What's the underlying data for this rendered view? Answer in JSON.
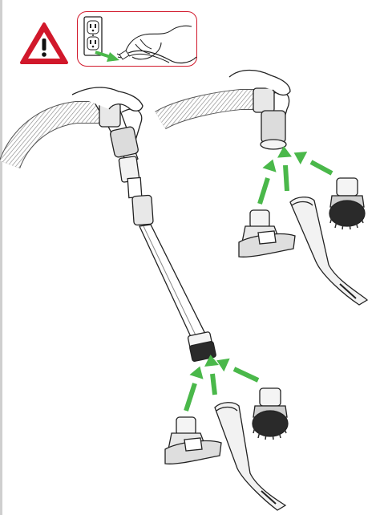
{
  "diagram": {
    "figure": "vacuum-hose-attachments-illustration",
    "warning": {
      "icon": "warning-exclamation-icon",
      "color": "#d1182b"
    },
    "unplug_panel": {
      "border_color": "#d1182b",
      "icon": "unplug-outlet-icon"
    },
    "configurations": [
      {
        "name": "wand-with-tools",
        "tools": [
          "upholstery-tool-icon",
          "crevice-tool-icon",
          "dusting-brush-icon"
        ]
      },
      {
        "name": "handle-with-tools",
        "tools": [
          "upholstery-tool-icon",
          "crevice-tool-icon",
          "dusting-brush-icon"
        ]
      }
    ],
    "colors": {
      "arrow": "#4ab84a",
      "line": "#333333",
      "tool_fill": "#eeeeee",
      "brush_fill": "#2a2a2a"
    }
  }
}
